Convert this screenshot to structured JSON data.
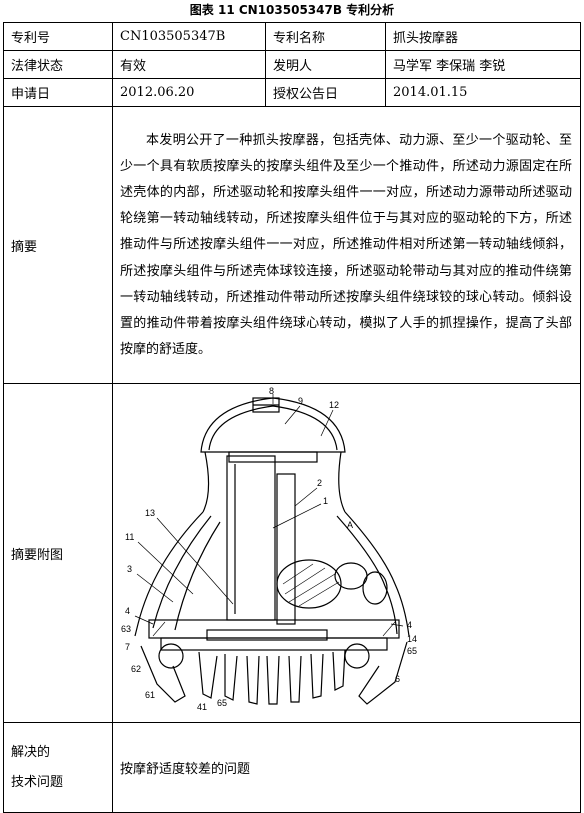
{
  "title": "图表 11 CN103505347B 专利分析",
  "info_rows": [
    {
      "label1": "专利号",
      "value1": "CN103505347B",
      "label2": "专利名称",
      "value2": "抓头按摩器"
    },
    {
      "label1": "法律状态",
      "value1": "有效",
      "label2": "发明人",
      "value2": "马学军 李保瑞 李锐"
    },
    {
      "label1": "申请日",
      "value1": "2012.06.20",
      "label2": "授权公告日",
      "value2": "2014.01.15"
    }
  ],
  "abstract": {
    "label": "摘要",
    "text": "本发明公开了一种抓头按摩器，包括壳体、动力源、至少一个驱动轮、至少一个具有软质按摩头的按摩头组件及至少一个推动件，所述动力源固定在所述壳体的内部，所述驱动轮和按摩头组件一一对应，所述动力源带动所述驱动轮绕第一转动轴线转动，所述按摩头组件位于与其对应的驱动轮的下方，所述推动件与所述按摩头组件一一对应，所述推动件相对所述第一转动轴线倾斜，所述按摩头组件与所述壳体球铰连接，所述驱动轮带动与其对应的推动件绕第一转动轴线转动，所述推动件带动所述按摩头组件绕球铰的球心转动。倾斜设置的推动件带着按摩头组件绕球心转动，模拟了人手的抓捏操作，提高了头部按摩的舒适度。"
  },
  "figure": {
    "label": "摘要附图",
    "callouts": [
      "8",
      "9",
      "12",
      "2",
      "1",
      "A",
      "13",
      "11",
      "3",
      "4",
      "63",
      "7",
      "62",
      "61",
      "41",
      "65",
      "4",
      "14",
      "65",
      "6"
    ]
  },
  "problem": {
    "label_line1": "解决的",
    "label_line2": "技术问题",
    "text": "按摩舒适度较差的问题"
  }
}
